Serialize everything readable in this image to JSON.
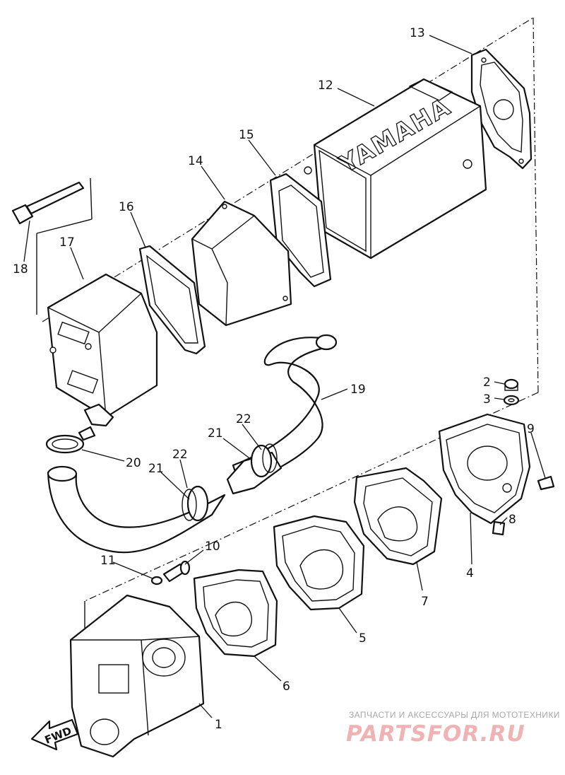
{
  "diagram": {
    "callouts": {
      "c1": "1",
      "c2": "2",
      "c3": "3",
      "c4": "4",
      "c5": "5",
      "c6": "6",
      "c7": "7",
      "c8": "8",
      "c9": "9",
      "c10": "10",
      "c11": "11",
      "c12": "12",
      "c13": "13",
      "c14": "14",
      "c15": "15",
      "c16": "16",
      "c17": "17",
      "c18": "18",
      "c19": "19",
      "c20": "20",
      "c21a": "21",
      "c21b": "21",
      "c22a": "22",
      "c22b": "22"
    },
    "brand_lettering": "YAMAHA",
    "fwd_label": "FWD"
  },
  "watermark": {
    "top_text": "ЗАПЧАСТИ И АКСЕССУАРЫ ДЛЯ МОТОТЕХНИКИ",
    "logo_text": "PARTSFOR.RU",
    "color": "#e9a3a3"
  }
}
